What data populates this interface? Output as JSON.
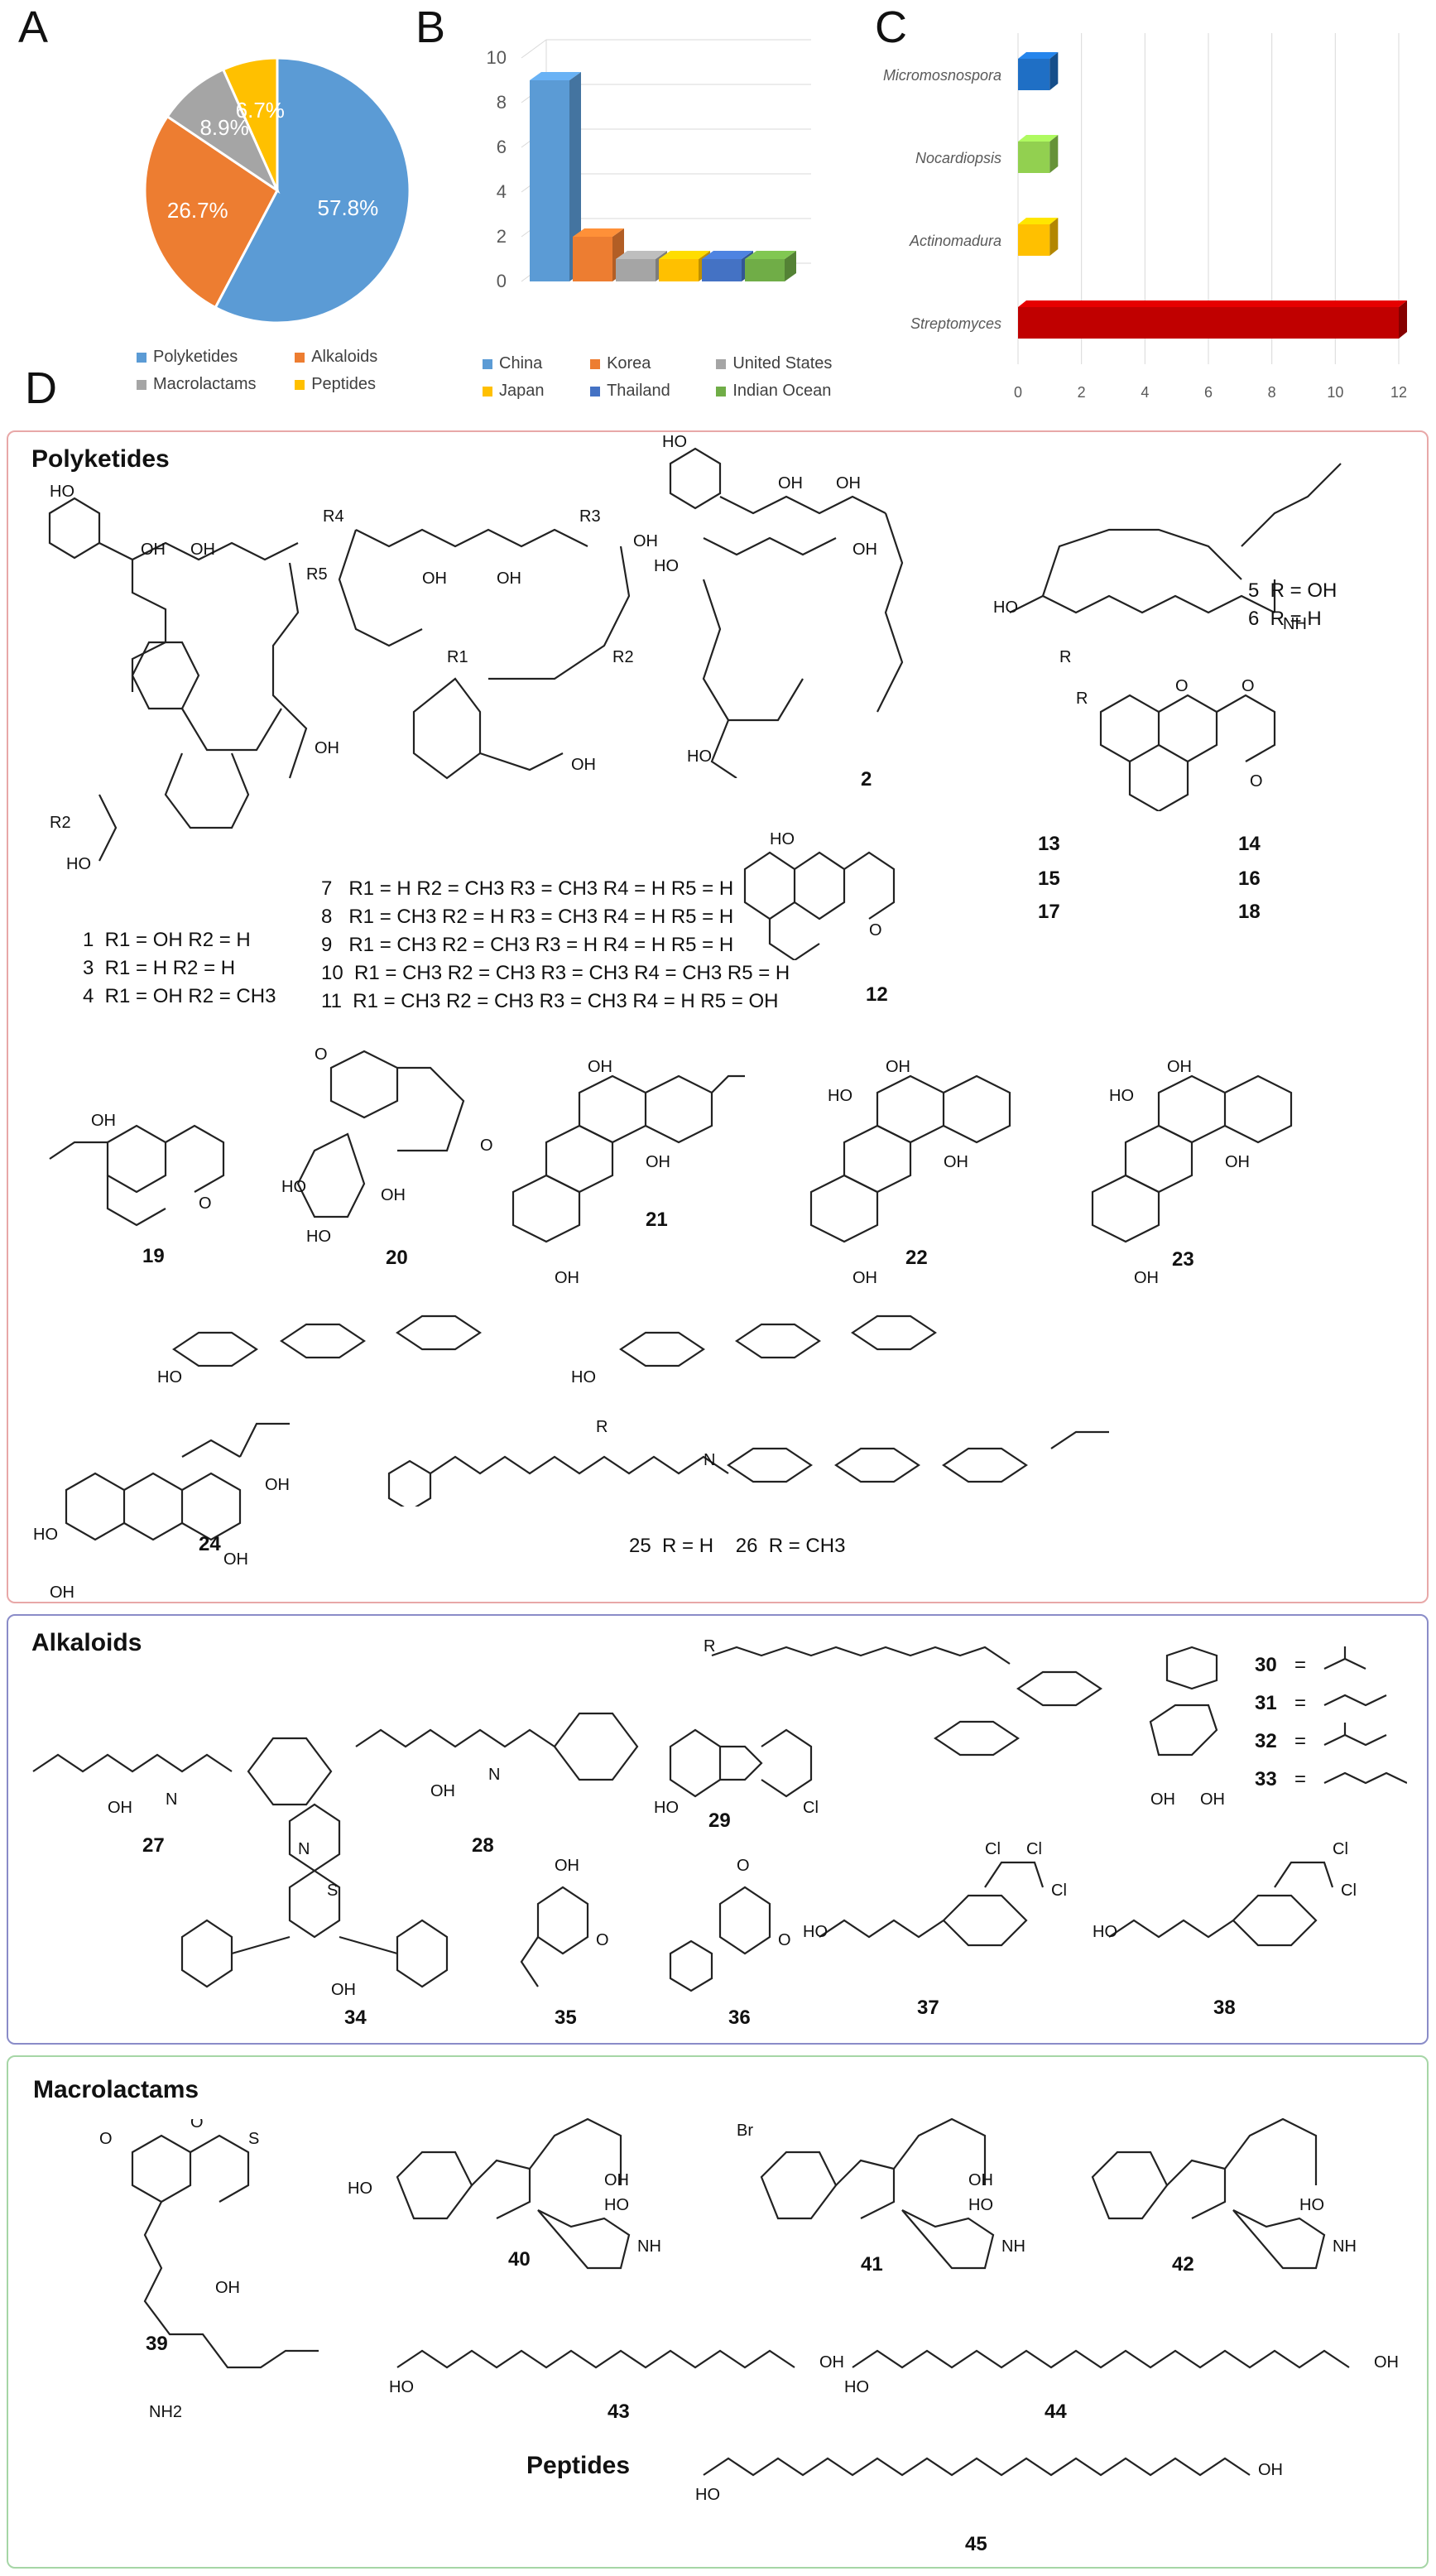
{
  "panels": {
    "a": "A",
    "b": "B",
    "c": "C",
    "d": "D"
  },
  "chart_data": [
    {
      "type": "pie",
      "categories": [
        "Polyketides",
        "Alkaloids",
        "Macrolactams",
        "Peptides"
      ],
      "values": [
        57.8,
        26.7,
        8.9,
        6.7
      ],
      "labels": [
        "57.8%",
        "26.7%",
        "8.9%",
        "6.7%"
      ],
      "colors": [
        "#5B9BD5",
        "#ED7D31",
        "#A5A5A5",
        "#FFC000"
      ],
      "legend": "bottom"
    },
    {
      "type": "bar",
      "categories": [
        "China",
        "Korea",
        "United States",
        "Japan",
        "Thailand",
        "Indian Ocean"
      ],
      "values": [
        9,
        2,
        1,
        1,
        1,
        1
      ],
      "colors": [
        "#5B9BD5",
        "#ED7D31",
        "#A5A5A5",
        "#FFC000",
        "#4472C4",
        "#70AD47"
      ],
      "ylim": [
        0,
        10
      ],
      "yticks": [
        "0",
        "2",
        "4",
        "6",
        "8",
        "10"
      ],
      "grid": true,
      "legend": "bottom"
    },
    {
      "type": "bar",
      "orientation": "horizontal",
      "categories": [
        "Micromosnospora",
        "Nocardiopsis",
        "Actinomadura",
        "Streptomyces"
      ],
      "values": [
        1,
        1,
        1,
        12
      ],
      "colors": [
        "#1F6FC5",
        "#92D050",
        "#FFC000",
        "#C00000"
      ],
      "xlim": [
        0,
        12
      ],
      "xticks": [
        "0",
        "2",
        "4",
        "6",
        "8",
        "10",
        "12"
      ],
      "grid": true
    }
  ],
  "sections": {
    "polyketides": "Polyketides",
    "alkaloids": "Alkaloids",
    "macrolactams": "Macrolactams",
    "peptides": "Peptides"
  },
  "compounds": {
    "c1": "1",
    "c2": "2",
    "c12": "12",
    "c13": "13",
    "c14": "14",
    "c15": "15",
    "c16": "16",
    "c17": "17",
    "c18": "18",
    "c19": "19",
    "c20": "20",
    "c21": "21",
    "c22": "22",
    "c23": "23",
    "c24": "24",
    "c27": "27",
    "c28": "28",
    "c29": "29",
    "c34": "34",
    "c35": "35",
    "c36": "36",
    "c37": "37",
    "c38": "38",
    "c39": "39",
    "c40": "40",
    "c41": "41",
    "c42": "42",
    "c43": "43",
    "c44": "44",
    "c45": "45",
    "c30": "30",
    "c31": "31",
    "c32": "32",
    "c33": "33"
  },
  "rgroups": {
    "r56a": "5  R = OH",
    "r56b": "6  R = H",
    "r1": "1  R1 = OH R2 = H",
    "r3": "3  R1 = H R2 = H",
    "r4": "4  R1 = OH R2 = CH3",
    "r7": "7   R1 = H R2 = CH3 R3 = CH3 R4 = H R5 = H",
    "r8": "8   R1 = CH3 R2 = H R3 = CH3 R4 = H R5 = H",
    "r9": "9   R1 = CH3 R2 = CH3 R3 = H R4 = H R5 = H",
    "r10": "10  R1 = CH3 R2 = CH3 R3 = CH3 R4 = CH3 R5 = H",
    "r11": "11  R1 = CH3 R2 = CH3 R3 = CH3 R4 = H R5 = OH",
    "r2526": "25  R = H    26  R = CH3",
    "eq": "="
  }
}
